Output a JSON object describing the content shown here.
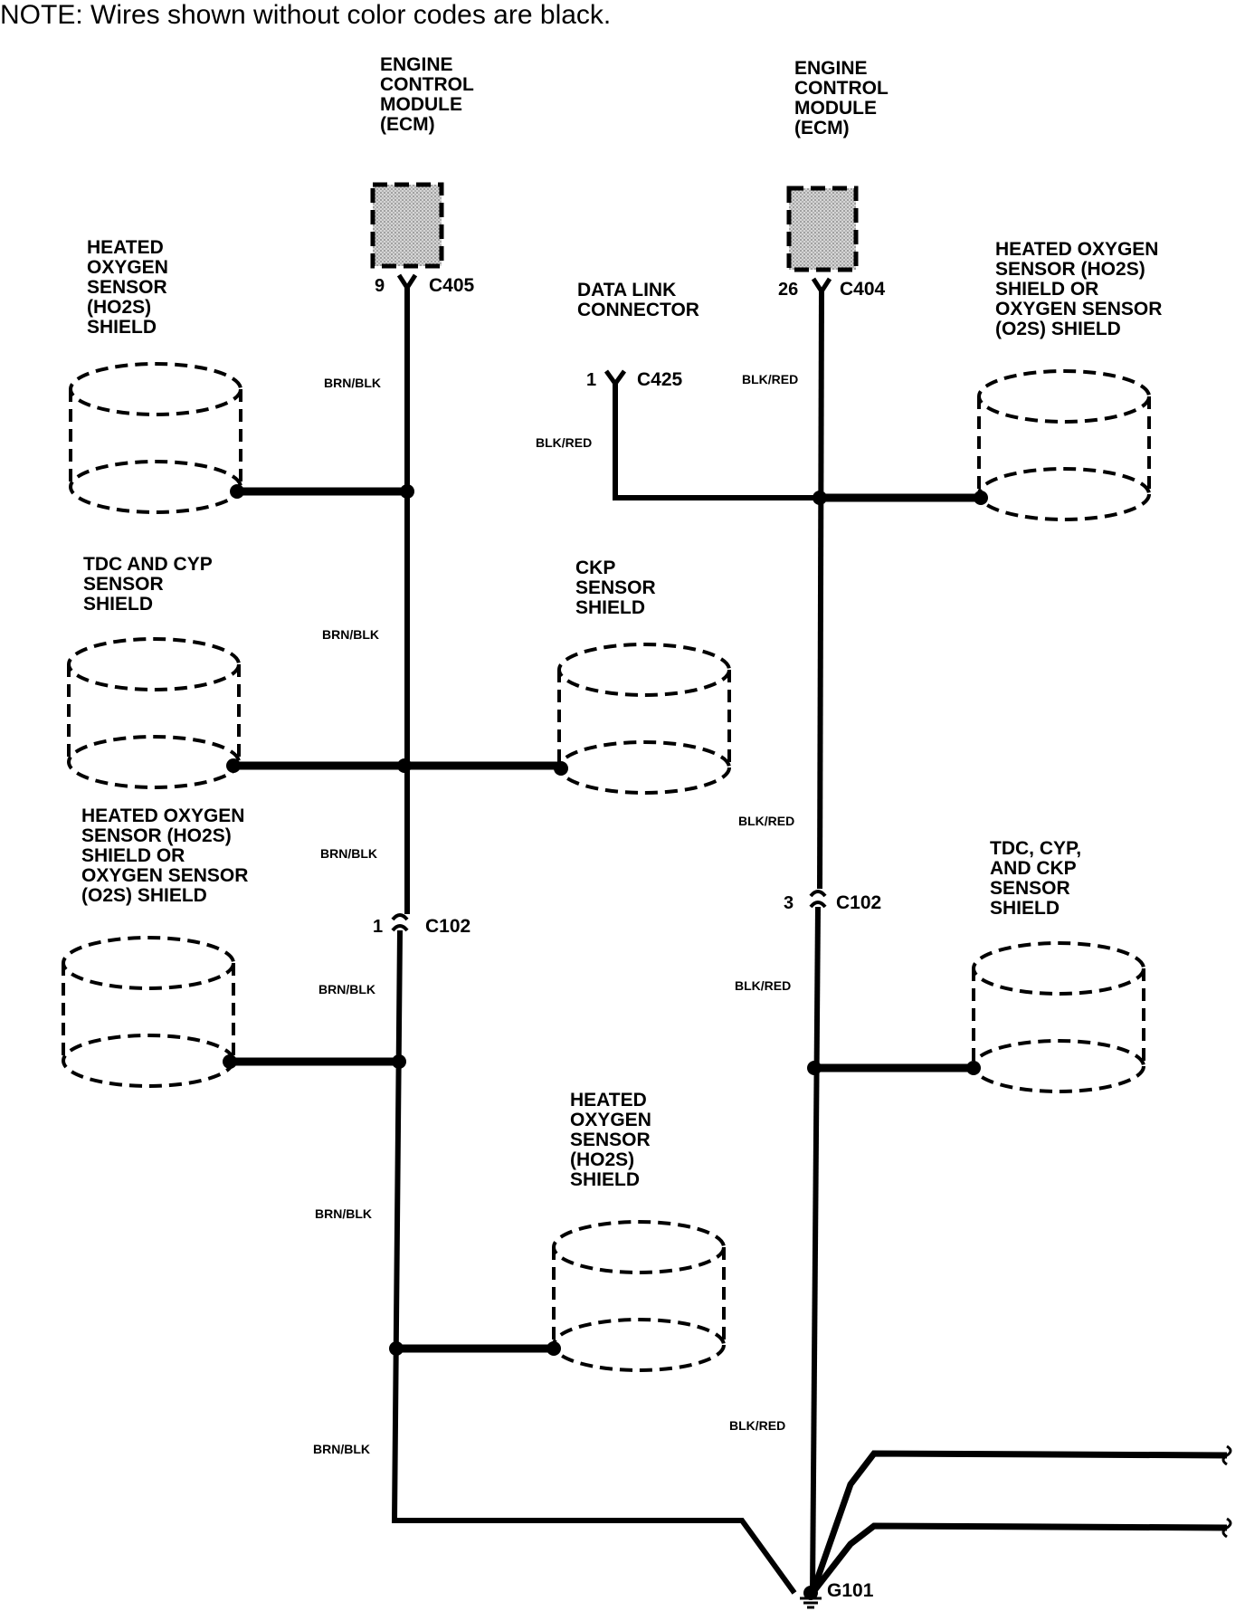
{
  "note": "NOTE: Wires shown without color codes are black.",
  "components": {
    "ecm_left": [
      "ENGINE",
      "CONTROL",
      "MODULE",
      "(ECM)"
    ],
    "ecm_right": [
      "ENGINE",
      "CONTROL",
      "MODULE",
      "(ECM)"
    ],
    "data_link": [
      "DATA LINK",
      "CONNECTOR"
    ],
    "shield_ho2s_top_left": [
      "HEATED",
      "OXYGEN",
      "SENSOR",
      "(HO2S)",
      "SHIELD"
    ],
    "shield_tdc_cyp": [
      "TDC AND CYP",
      "SENSOR",
      "SHIELD"
    ],
    "shield_ckp": [
      "CKP",
      "SENSOR",
      "SHIELD"
    ],
    "shield_ho2s_o2s_left": [
      "HEATED OXYGEN",
      "SENSOR (HO2S)",
      "SHIELD OR",
      "OXYGEN SENSOR",
      "(O2S) SHIELD"
    ],
    "shield_ho2s_bottom": [
      "HEATED",
      "OXYGEN",
      "SENSOR",
      "(HO2S)",
      "SHIELD"
    ],
    "shield_ho2s_o2s_right": [
      "HEATED OXYGEN",
      "SENSOR (HO2S)",
      "SHIELD OR",
      "OXYGEN SENSOR",
      "(O2S) SHIELD"
    ],
    "shield_tdc_cyp_ckp": [
      "TDC, CYP,",
      "AND CKP",
      "SENSOR",
      "SHIELD"
    ]
  },
  "connectors": {
    "c405": {
      "pin": "9",
      "name": "C405"
    },
    "c404": {
      "pin": "26",
      "name": "C404"
    },
    "c425": {
      "pin": "1",
      "name": "C425"
    },
    "c102_left": {
      "pin": "1",
      "name": "C102"
    },
    "c102_right": {
      "pin": "3",
      "name": "C102"
    },
    "ground": {
      "name": "G101"
    }
  },
  "wire_colors": {
    "left": "BRN/BLK",
    "right": "BLK/RED",
    "dlc": "BLK/RED"
  },
  "colors": {
    "wire": "#000000",
    "ecm_fill": "#c8c8c8",
    "background": "#ffffff"
  }
}
